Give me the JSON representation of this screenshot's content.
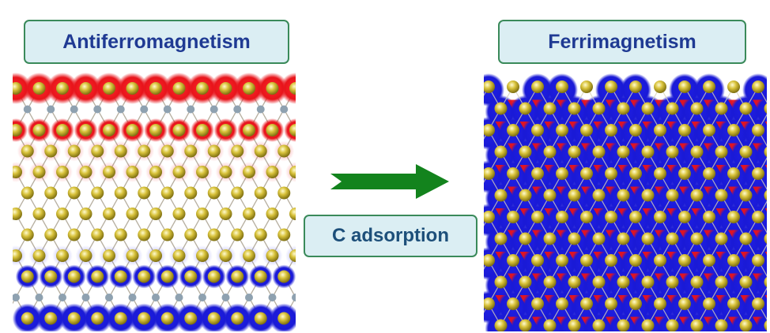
{
  "titles": {
    "left": "Antiferromagnetism",
    "right": "Ferrimagnetism"
  },
  "process": {
    "label": "C adsorption"
  },
  "colors": {
    "label_fill": "#dbeef3",
    "label_border": "#3a8a5a",
    "title_text": "#1f3a93",
    "spin_up": "#e8141b",
    "spin_down": "#1a1ad6",
    "atom": "#c9b422",
    "arrow": "#13831d"
  }
}
